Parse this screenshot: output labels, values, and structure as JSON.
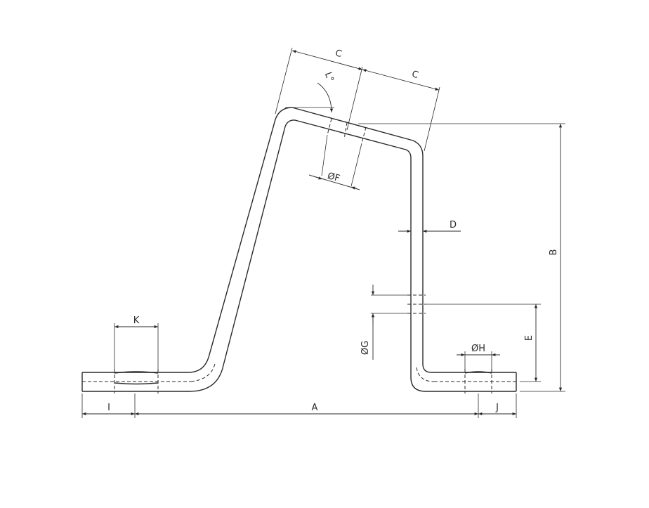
{
  "drawing": {
    "dimension_labels": {
      "A": "A",
      "B": "B",
      "C_left": "C",
      "C_right": "C",
      "D": "D",
      "E": "E",
      "F": "ØF",
      "G": "ØG",
      "H": "ØH",
      "I": "I",
      "J": "J",
      "K": "K",
      "L": "L°"
    }
  }
}
